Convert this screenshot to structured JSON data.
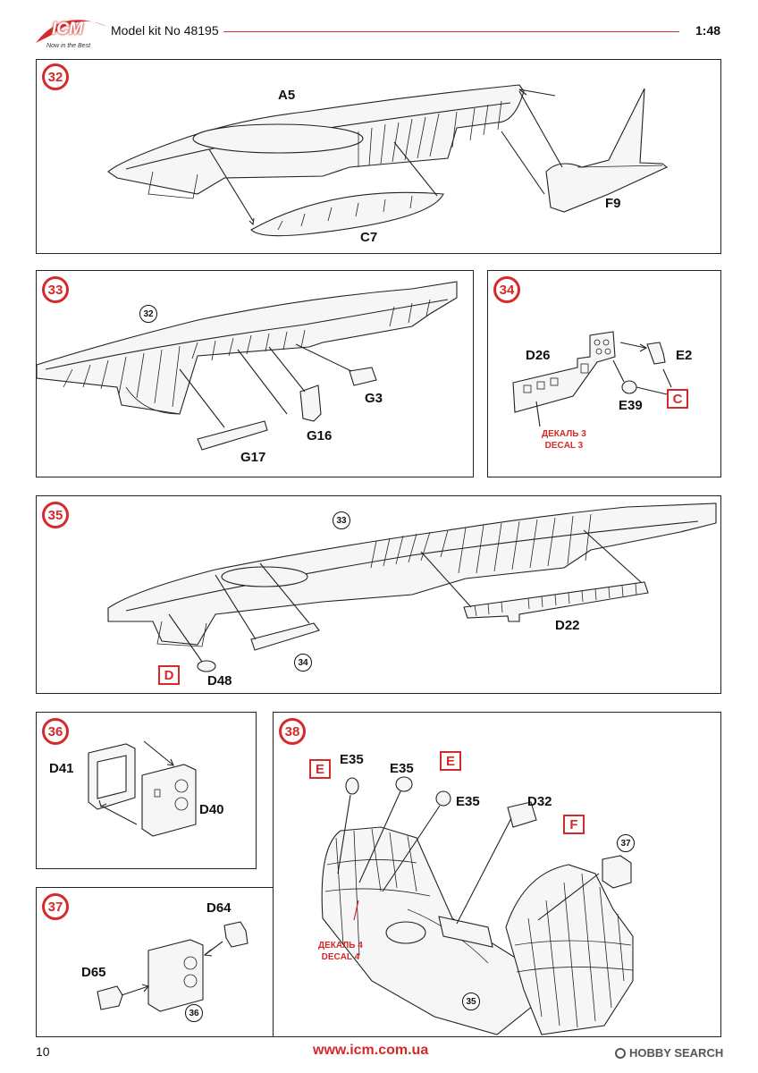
{
  "header": {
    "brand": "ICM",
    "slogan": "Now in the Best",
    "model_kit": "Model kit No 48195",
    "scale": "1:48"
  },
  "footer": {
    "page_number": "10",
    "website": "www.icm.com.ua",
    "watermark": "HOBBY SEARCH"
  },
  "steps": {
    "s32": {
      "number": "32",
      "parts": {
        "a5": "A5",
        "c7": "C7",
        "f9": "F9"
      }
    },
    "s33": {
      "number": "33",
      "ref": "32",
      "parts": {
        "g3": "G3",
        "g16": "G16",
        "g17": "G17"
      }
    },
    "s34": {
      "number": "34",
      "parts": {
        "d26": "D26",
        "e2": "E2",
        "e39": "E39"
      },
      "sprue": "C",
      "decal_ru": "ДЕКАЛЬ 3",
      "decal_en": "DECAL 3"
    },
    "s35": {
      "number": "35",
      "ref_top": "33",
      "ref_bottom": "34",
      "parts": {
        "d22": "D22",
        "d48": "D48"
      },
      "sprue": "D"
    },
    "s36": {
      "number": "36",
      "parts": {
        "d41": "D41",
        "d40": "D40"
      }
    },
    "s37": {
      "number": "37",
      "ref": "36",
      "parts": {
        "d64": "D64",
        "d65": "D65"
      }
    },
    "s38": {
      "number": "38",
      "ref_top": "37",
      "ref_bottom": "35",
      "parts": {
        "e35a": "E35",
        "e35b": "E35",
        "e35c": "E35",
        "d32": "D32"
      },
      "sprue_e1": "E",
      "sprue_e2": "E",
      "sprue_f": "F",
      "decal_ru": "ДЕКАЛЬ 4",
      "decal_en": "DECAL 4"
    }
  }
}
